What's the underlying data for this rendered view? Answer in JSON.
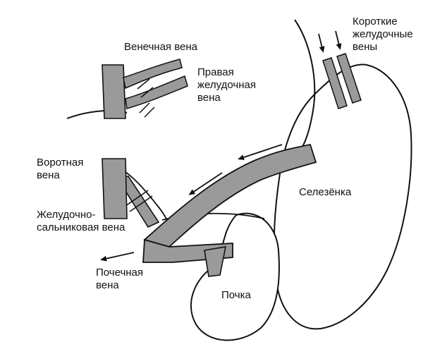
{
  "labels": {
    "short_gastric": [
      "Короткие",
      "желудочные",
      "вены"
    ],
    "coronary": "Венечная вена",
    "right_gastric": [
      "Правая",
      "желудочная",
      "вена"
    ],
    "portal": [
      "Воротная",
      "вена"
    ],
    "gastroepiploic": [
      "Желудочно-",
      "сальниковая вена"
    ],
    "renal": [
      "Почечная",
      "вена"
    ],
    "spleen": "Селезёнка",
    "kidney": "Почка"
  },
  "colors": {
    "stroke": "#111111",
    "vessel": "#9a9a9a",
    "background": "#ffffff"
  }
}
